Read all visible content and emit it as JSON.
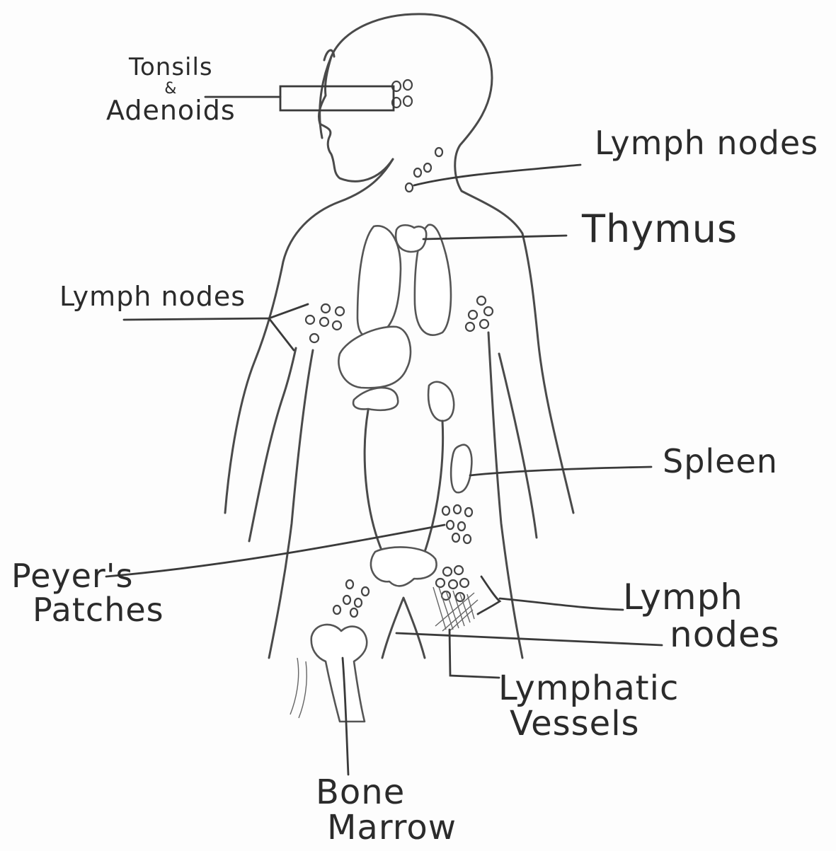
{
  "labels": {
    "tonsils": {
      "line1": "Tonsils",
      "line2": "&",
      "line3": "Adenoids"
    },
    "lymph_nodes_neck": "Lymph nodes",
    "thymus": "Thymus",
    "lymph_nodes_armpit": "Lymph nodes",
    "spleen": "Spleen",
    "peyers_patches": {
      "line1": "Peyer's",
      "line2": "Patches"
    },
    "lymph_nodes_groin": {
      "line1": "Lymph",
      "line2": "nodes"
    },
    "lymphatic_vessels": {
      "line1": "Lymphatic",
      "line2": "Vessels"
    },
    "bone_marrow": {
      "line1": "Bone",
      "line2": "Marrow"
    }
  },
  "colors": {
    "ink": "#3a3a3a",
    "paper": "#fdfdfd"
  }
}
